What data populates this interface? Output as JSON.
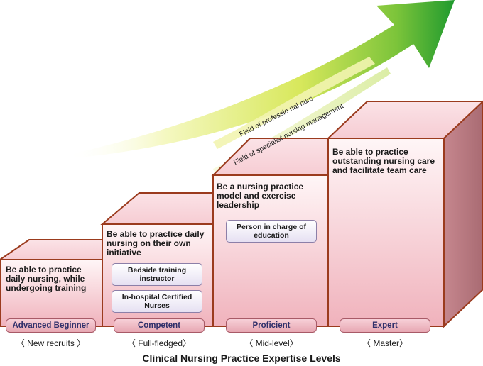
{
  "title": "Clinical Nursing Practice Expertise Levels",
  "fields": {
    "professional": "Field of professio nal nurs",
    "specialist": "Field of specialist nursing management"
  },
  "steps": [
    {
      "level": "Advanced Beginner",
      "stage": "〈 New recruits 〉",
      "description": "Be able to practice daily nursing, while undergoing training",
      "roles": []
    },
    {
      "level": "Competent",
      "stage": "〈 Full-fledged〉",
      "description": "Be able to practice daily nursing on their own initiative",
      "roles": [
        "Bedside training instructor",
        "In-hospital Certified Nurses"
      ]
    },
    {
      "level": "Proficient",
      "stage": "〈 Mid-level〉",
      "description": "Be a nursing practice model and exercise leadership",
      "roles": [
        "Person in charge of education"
      ]
    },
    {
      "level": "Expert",
      "stage": "〈 Master〉",
      "description": "Be able to practice outstanding nursing care and facilitate team care",
      "roles": []
    }
  ],
  "colors": {
    "step_front": "#f8d2d8",
    "step_side": "#b9787f",
    "step_edge": "#9b3b1e",
    "arrow_start": "#f7f7c0",
    "arrow_end": "#1f9a2e"
  }
}
